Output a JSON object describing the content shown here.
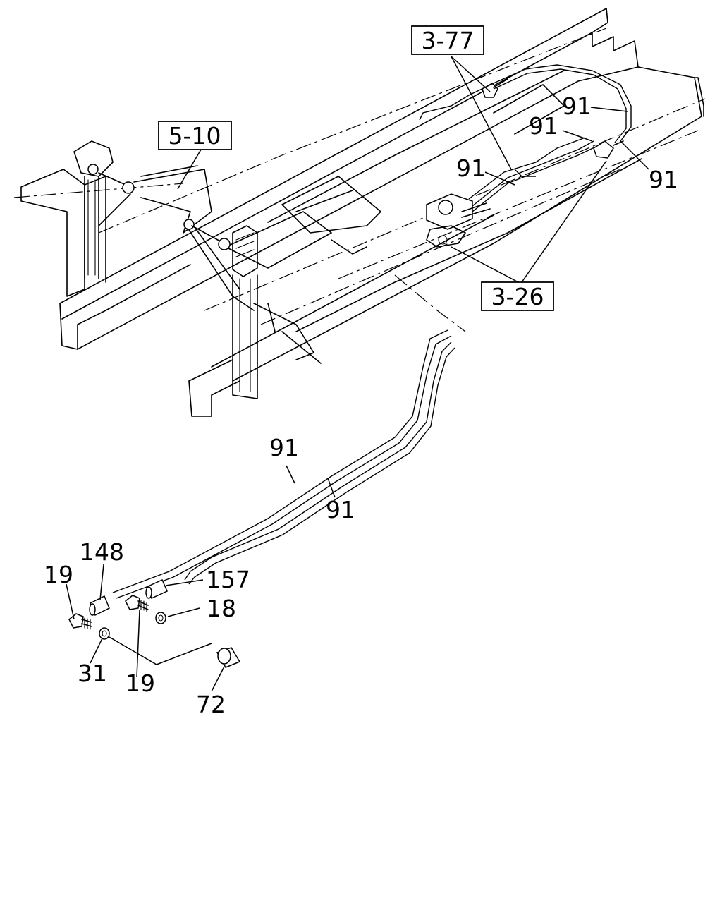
{
  "ref_boxes": [
    {
      "id": "ref-3-77",
      "text": "3-77"
    },
    {
      "id": "ref-5-10",
      "text": "5-10"
    },
    {
      "id": "ref-3-26",
      "text": "3-26"
    }
  ],
  "callouts": {
    "c91_a": "91",
    "c91_b": "91",
    "c91_c": "91",
    "c91_d": "91",
    "c91_e": "91",
    "c91_f": "91",
    "c148": "148",
    "c157": "157",
    "c19_a": "19",
    "c19_b": "19",
    "c18": "18",
    "c31": "31",
    "c72": "72"
  }
}
